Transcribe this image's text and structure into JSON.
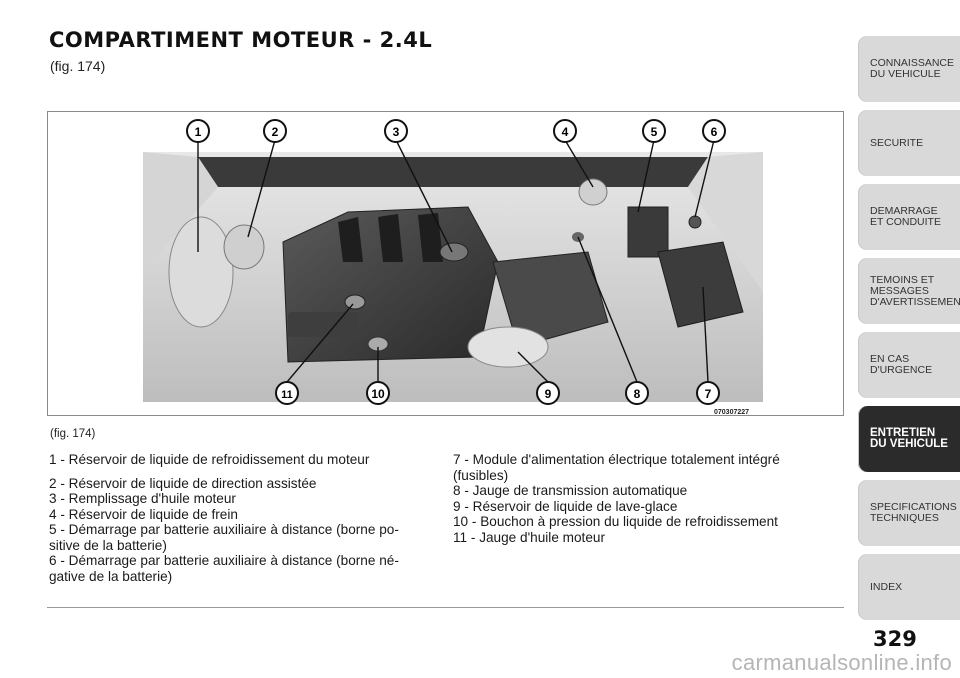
{
  "page": {
    "title": "COMPARTIMENT MOTEUR - 2.4L",
    "fig_ref": "(fig.  174)",
    "figure_caption": "(fig. 174)",
    "figure_code": "070307227",
    "page_number": "329",
    "watermark": "carmanualsonline.info"
  },
  "callouts": [
    "1",
    "2",
    "3",
    "4",
    "5",
    "6",
    "7",
    "8",
    "9",
    "10",
    "11"
  ],
  "legend_left": [
    "1 - Réservoir de liquide de refroidissement du moteur",
    "2 - Réservoir de liquide de direction assistée",
    "3 - Remplissage d'huile moteur",
    "4 - Réservoir de liquide de frein",
    "5 - Démarrage par batterie auxiliaire à distance (borne po-\nsitive de la batterie)",
    "6 - Démarrage par batterie auxiliaire à distance (borne né-\ngative de la batterie)"
  ],
  "legend_right": [
    "7 - Module d'alimentation électrique totalement intégré\n(fusibles)",
    "8 - Jauge de transmission automatique",
    "9 - Réservoir de liquide de lave-glace",
    "10 - Bouchon à pression du liquide de refroidissement",
    "11 - Jauge d'huile moteur"
  ],
  "tabs": [
    {
      "label": "CONNAISSANCE\nDU VEHICULE",
      "active": false
    },
    {
      "label": "SECURITE",
      "active": false
    },
    {
      "label": "DEMARRAGE\nET CONDUITE",
      "active": false
    },
    {
      "label": "TEMOINS ET\nMESSAGES\nD'AVERTISSEMENT",
      "active": false
    },
    {
      "label": "EN CAS\nD'URGENCE",
      "active": false
    },
    {
      "label": "ENTRETIEN\nDU VEHICULE",
      "active": true
    },
    {
      "label": "SPECIFICATIONS\nTECHNIQUES",
      "active": false
    },
    {
      "label": "INDEX",
      "active": false
    }
  ],
  "colors": {
    "tab_bg": "#d9d9d9",
    "tab_active_bg": "#2b2b2b",
    "accent_text": "#111111"
  }
}
